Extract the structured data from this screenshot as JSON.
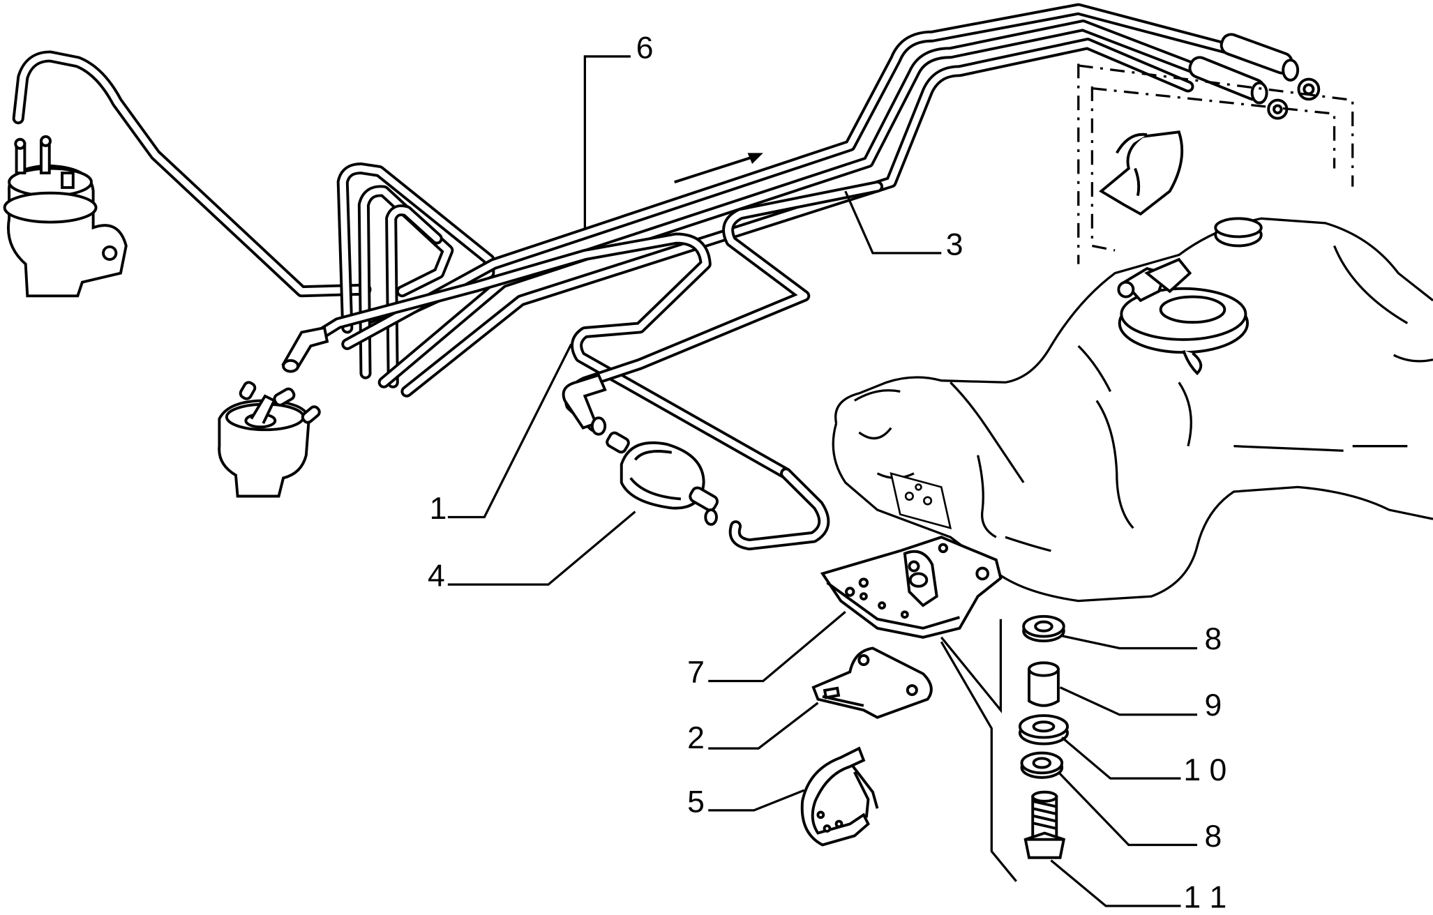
{
  "diagram": {
    "callouts": [
      {
        "id": "part-1",
        "number": "1"
      },
      {
        "id": "part-2",
        "number": "2"
      },
      {
        "id": "part-3",
        "number": "3"
      },
      {
        "id": "part-4",
        "number": "4"
      },
      {
        "id": "part-5",
        "number": "5"
      },
      {
        "id": "part-6",
        "number": "6"
      },
      {
        "id": "part-7",
        "number": "7"
      },
      {
        "id": "part-8-upper",
        "number": "8"
      },
      {
        "id": "part-9",
        "number": "9"
      },
      {
        "id": "part-10",
        "number": "1 0"
      },
      {
        "id": "part-8-lower",
        "number": "8"
      },
      {
        "id": "part-11",
        "number": "1 1"
      }
    ],
    "colors": {
      "line": "#000000",
      "background": "#ffffff"
    }
  }
}
